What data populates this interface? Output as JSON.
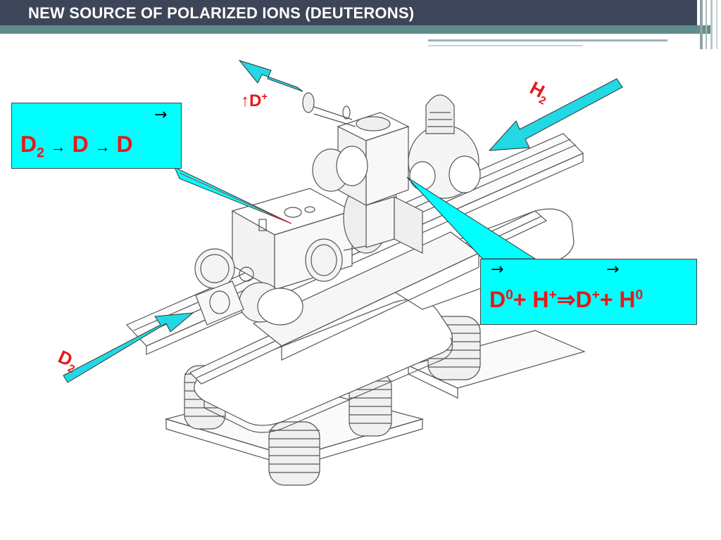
{
  "slide": {
    "title": "NEW SOURCE OF POLARIZED IONS (DEUTERONS)"
  },
  "labels": {
    "d_plus_arrow": "↑",
    "d_plus_base": "D",
    "d_plus_charge": "+",
    "h2_base": "H",
    "h2_sub": "2",
    "d2_base": "D",
    "d2_sub": "2"
  },
  "box_left": {
    "vector_mark": "→",
    "d2_base": "D",
    "d2_sub": "2",
    "arrow1": "→",
    "d_mid": "D",
    "arrow2": "→",
    "d_end": "D"
  },
  "box_right": {
    "vector_mark_1": "→",
    "vector_mark_2": "→",
    "t_d": "D",
    "t_d_sup": "0",
    "t_plus1": "+",
    "t_h": "H",
    "t_h_sup": "+",
    "t_implies": "⇒",
    "t_d2": "D",
    "t_d2_sup": "+",
    "t_plus2": "+",
    "t_h2": "H",
    "t_h2_sup": "0"
  },
  "colors": {
    "header": "#3d4558",
    "accent_stripe": "#5f8d8c",
    "arrow_fill": "#22d8e4",
    "box_fill": "#00ffff",
    "label_red": "#e8181a"
  }
}
